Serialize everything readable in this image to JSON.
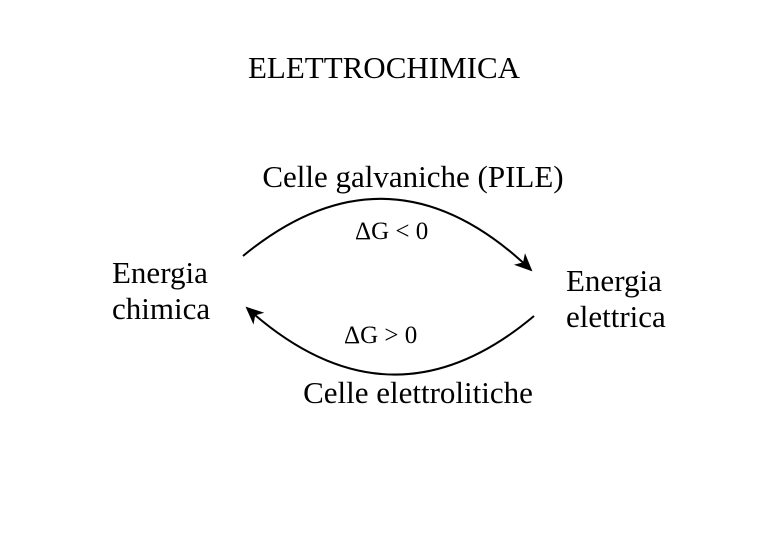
{
  "title": "ELETTROCHIMICA",
  "top_arrow": {
    "label": "Celle galvaniche (PILE)",
    "condition": "ΔG < 0"
  },
  "bottom_arrow": {
    "label": "Celle elettrolitiche",
    "condition": "ΔG > 0"
  },
  "left_node": {
    "line1": "Energia",
    "line2": "chimica"
  },
  "right_node": {
    "line1": "Energia",
    "line2": "elettrica"
  },
  "colors": {
    "text": "#000000",
    "background": "#ffffff"
  }
}
